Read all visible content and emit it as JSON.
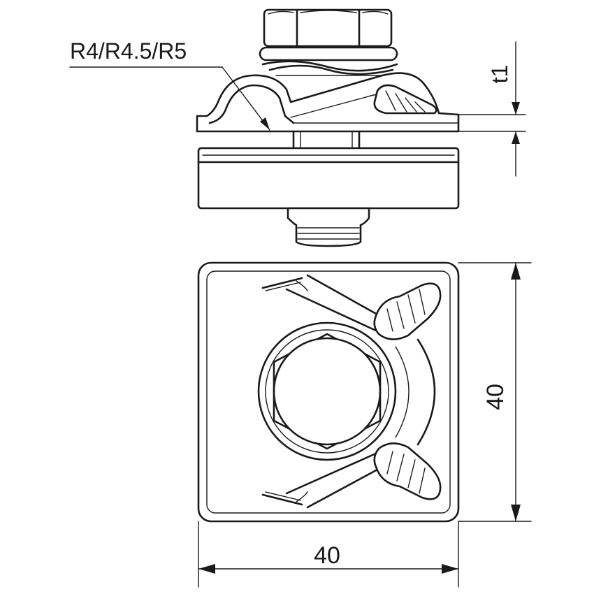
{
  "diagram": {
    "radius_label": "R4/R4.5/R5",
    "thickness_label": "t1",
    "width_label": "40",
    "height_label": "40"
  },
  "colors": {
    "line": "#1a1a1a",
    "background": "#ffffff"
  }
}
